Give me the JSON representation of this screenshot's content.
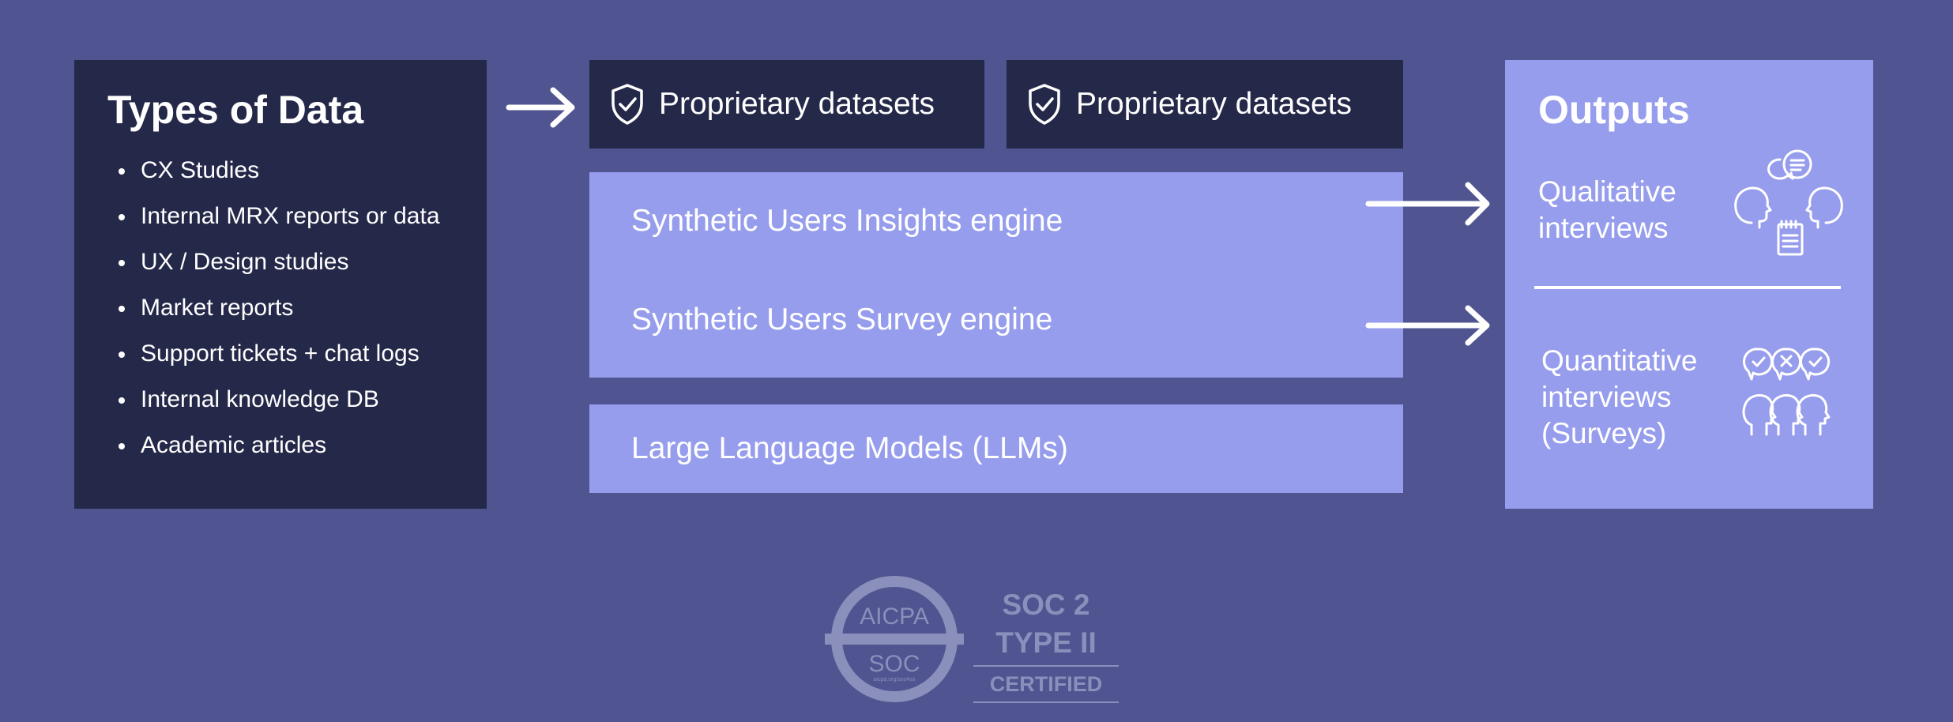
{
  "types_of_data": {
    "title": "Types of Data",
    "items": [
      "CX Studies",
      "Internal MRX reports or data",
      "UX / Design studies",
      "Market reports",
      "Support tickets + chat logs",
      "Internal knowledge DB",
      "Academic articles"
    ]
  },
  "proprietary": [
    {
      "label": "Proprietary datasets",
      "icon": "shield-check-icon"
    },
    {
      "label": "Proprietary datasets",
      "icon": "shield-check-icon"
    }
  ],
  "engines": {
    "insights": "Synthetic Users Insights engine",
    "survey": "Synthetic Users Survey engine"
  },
  "llm": "Large Language Models (LLMs)",
  "outputs": {
    "title": "Outputs",
    "qualitative": "Qualitative interviews",
    "quantitative": "Quantitative interviews (Surveys)"
  },
  "soc": {
    "seal_top": "AICPA",
    "seal_bottom": "SOC",
    "seal_small": "aicpa.org/soc4so",
    "line1": "SOC 2",
    "line2": "TYPE II",
    "certified": "CERTIFIED"
  },
  "colors": {
    "background": "#505490",
    "dark_box": "#242849",
    "light_box": "#979ded",
    "text": "#ffffff",
    "badge": "#8b8fbb"
  }
}
